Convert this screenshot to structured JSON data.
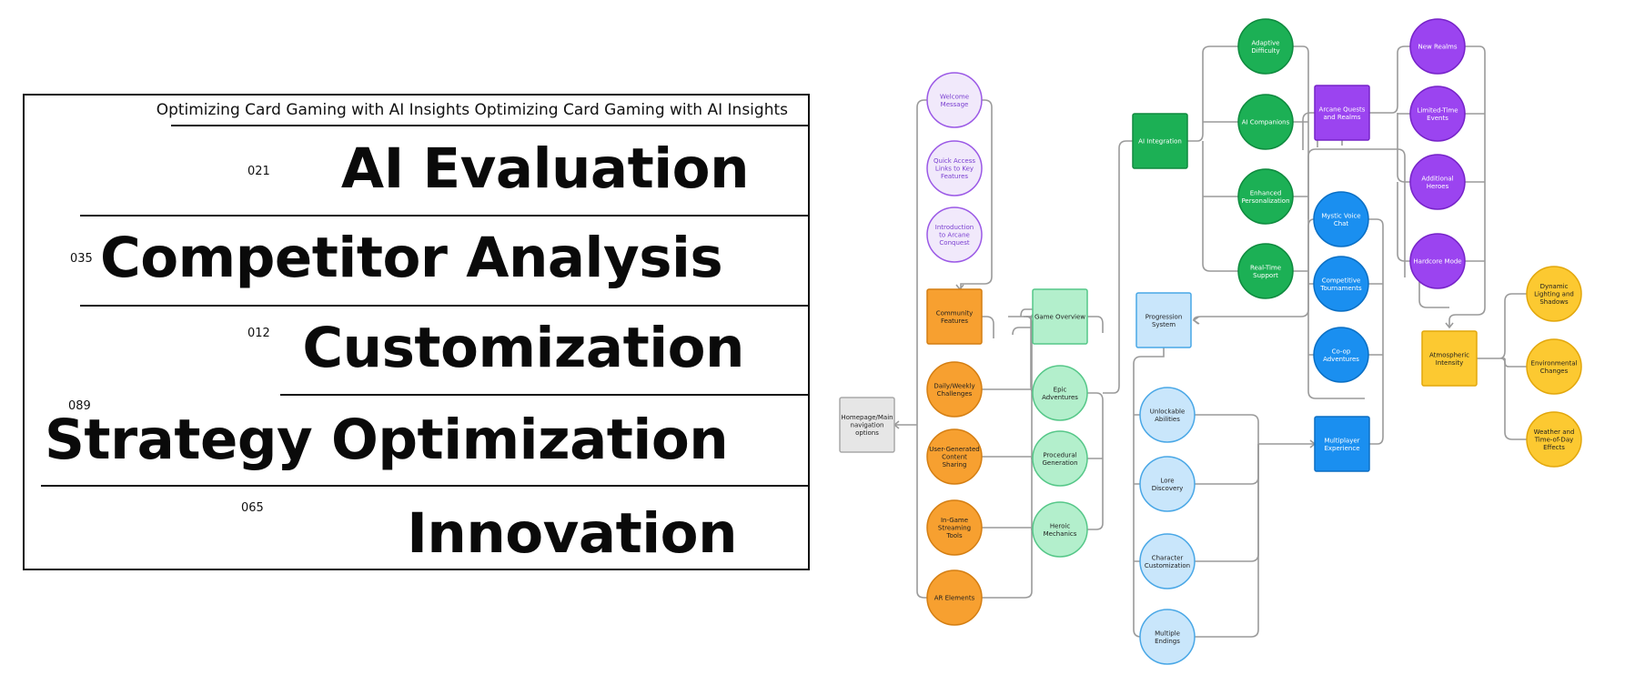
{
  "poster": {
    "subtitle": "Optimizing Card Gaming with AI Insights Optimizing Card Gaming with AI Insights",
    "rows": [
      {
        "num": "021",
        "title": "AI Evaluation"
      },
      {
        "num": "035",
        "title": "Competitor Analysis"
      },
      {
        "num": "012",
        "title": "Customization"
      },
      {
        "num": "089",
        "title": "Strategy Optimization"
      },
      {
        "num": "065",
        "title": "Innovation"
      }
    ]
  },
  "colors": {
    "gray": {
      "fill": "#e6e6e6",
      "stroke": "#a8a8a8",
      "text": "#222222"
    },
    "lavender": {
      "fill": "#f1e9fb",
      "stroke": "#9b59e6",
      "text": "#7a3fd0"
    },
    "orange": {
      "fill": "#f7a030",
      "stroke": "#d47e12",
      "text": "#1e1e1e"
    },
    "mint": {
      "fill": "#b3efcc",
      "stroke": "#55c788",
      "text": "#1e1e1e"
    },
    "green": {
      "fill": "#1cb055",
      "stroke": "#0e8a3e",
      "text": "#ffffff"
    },
    "lightblue": {
      "fill": "#c9e6fb",
      "stroke": "#49a7e6",
      "text": "#1e1e1e"
    },
    "blue": {
      "fill": "#1a8ff0",
      "stroke": "#0a6fc4",
      "text": "#ffffff"
    },
    "purple": {
      "fill": "#9b44f0",
      "stroke": "#7623c8",
      "text": "#ffffff"
    },
    "yellow": {
      "fill": "#fcc931",
      "stroke": "#e2a70c",
      "text": "#1e1e1e"
    }
  },
  "nodes": [
    {
      "id": "homepage",
      "label": "Homepage/Main navigation options",
      "color": "gray",
      "shape": "rect"
    },
    {
      "id": "welcome",
      "label": "Welcome Message",
      "color": "lavender",
      "shape": "circle"
    },
    {
      "id": "quickaccess",
      "label": "Quick Access Links to Key Features",
      "color": "lavender",
      "shape": "circle"
    },
    {
      "id": "introduction",
      "label": "Introduction to Arcane Conquest",
      "color": "lavender",
      "shape": "circle"
    },
    {
      "id": "community",
      "label": "Community Features",
      "color": "orange",
      "shape": "rect"
    },
    {
      "id": "daily",
      "label": "Daily/Weekly Challenges",
      "color": "orange",
      "shape": "circle"
    },
    {
      "id": "ugc",
      "label": "User-Generated Content Sharing",
      "color": "orange",
      "shape": "circle"
    },
    {
      "id": "streaming",
      "label": "In-Game Streaming Tools",
      "color": "orange",
      "shape": "circle"
    },
    {
      "id": "ar",
      "label": "AR Elements",
      "color": "orange",
      "shape": "circle"
    },
    {
      "id": "gameoverview",
      "label": "Game Overview",
      "color": "mint",
      "shape": "rect"
    },
    {
      "id": "epic",
      "label": "Epic Adventures",
      "color": "mint",
      "shape": "circle"
    },
    {
      "id": "procedural",
      "label": "Procedural Generation",
      "color": "mint",
      "shape": "circle"
    },
    {
      "id": "heroic",
      "label": "Heroic Mechanics",
      "color": "mint",
      "shape": "circle"
    },
    {
      "id": "aiintegration",
      "label": "AI Integration",
      "color": "green",
      "shape": "rect"
    },
    {
      "id": "adaptive",
      "label": "Adaptive Difficulty",
      "color": "green",
      "shape": "circle"
    },
    {
      "id": "companions",
      "label": "AI Companions",
      "color": "green",
      "shape": "circle"
    },
    {
      "id": "personalization",
      "label": "Enhanced Personalization",
      "color": "green",
      "shape": "circle"
    },
    {
      "id": "realtime",
      "label": "Real-Time Support",
      "color": "green",
      "shape": "circle"
    },
    {
      "id": "progression",
      "label": "Progression System",
      "color": "lightblue",
      "shape": "rect"
    },
    {
      "id": "abilities",
      "label": "Unlockable Abilities",
      "color": "lightblue",
      "shape": "circle"
    },
    {
      "id": "lore",
      "label": "Lore Discovery",
      "color": "lightblue",
      "shape": "circle"
    },
    {
      "id": "character",
      "label": "Character Customization",
      "color": "lightblue",
      "shape": "circle"
    },
    {
      "id": "endings",
      "label": "Multiple Endings",
      "color": "lightblue",
      "shape": "circle"
    },
    {
      "id": "multiplayer",
      "label": "Multiplayer Experience",
      "color": "blue",
      "shape": "rect"
    },
    {
      "id": "voicechat",
      "label": "Mystic Voice Chat",
      "color": "blue",
      "shape": "circle"
    },
    {
      "id": "tournaments",
      "label": "Competitive Tournaments",
      "color": "blue",
      "shape": "circle"
    },
    {
      "id": "coop",
      "label": "Co-op Adventures",
      "color": "blue",
      "shape": "circle"
    },
    {
      "id": "quests",
      "label": "Arcane Quests and Realms",
      "color": "purple",
      "shape": "rect"
    },
    {
      "id": "newrealms",
      "label": "New Realms",
      "color": "purple",
      "shape": "circle"
    },
    {
      "id": "limited",
      "label": "Limited-Time Events",
      "color": "purple",
      "shape": "circle"
    },
    {
      "id": "heroes",
      "label": "Additional Heroes",
      "color": "purple",
      "shape": "circle"
    },
    {
      "id": "hardcore",
      "label": "Hardcore Mode",
      "color": "purple",
      "shape": "circle"
    },
    {
      "id": "atmospheric",
      "label": "Atmospheric Intensity",
      "color": "yellow",
      "shape": "rect"
    },
    {
      "id": "lighting",
      "label": "Dynamic Lighting and Shadows",
      "color": "yellow",
      "shape": "circle"
    },
    {
      "id": "environmental",
      "label": "Environmental Changes",
      "color": "yellow",
      "shape": "circle"
    },
    {
      "id": "weather",
      "label": "Weather and Time-of-Day Effects",
      "color": "yellow",
      "shape": "circle"
    }
  ]
}
